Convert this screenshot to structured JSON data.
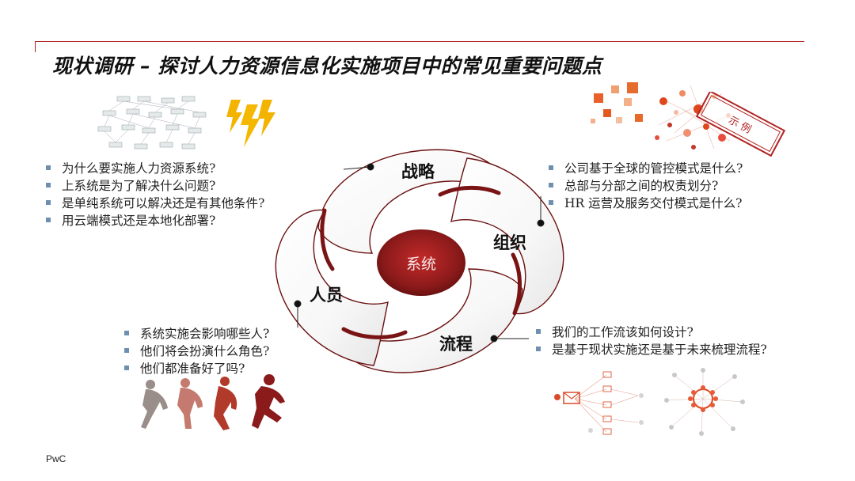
{
  "title": "现状调研 – 探讨人力资源信息化实施项目中的常见重要问题点",
  "footer": "PwC",
  "stamp": "示 例",
  "colors": {
    "accent": "#b22222",
    "core": "#8b1a1a",
    "bullet": "#6f8fb0"
  },
  "diagram": {
    "center": "系统",
    "segments": {
      "strategy": "战略",
      "organization": "组织",
      "process": "流程",
      "people": "人员"
    }
  },
  "questions": {
    "strategy": [
      "为什么要实施人力资源系统?",
      "上系统是为了解决什么问题?",
      "是单纯系统可以解决还是有其他条件?",
      "用云端模式还是本地化部署?"
    ],
    "organization": [
      "公司基于全球的管控模式是什么?",
      "总部与分部之间的权责划分?",
      "HR 运营及服务交付模式是什么?"
    ],
    "people": [
      "系统实施会影响哪些人?",
      "他们将会扮演什么角色?",
      "他们都准备好了吗?"
    ],
    "process": [
      "我们的工作流该如何设计?",
      "是基于现状实施还是基于未来梳理流程?"
    ]
  },
  "icons": {
    "flowchart": "process-map-icon",
    "lightning": "lightning-icon",
    "network": "network-graph-icon",
    "runners": "runners-icon",
    "mail_network": "mail-network-icon",
    "hub_network": "hub-network-icon"
  }
}
